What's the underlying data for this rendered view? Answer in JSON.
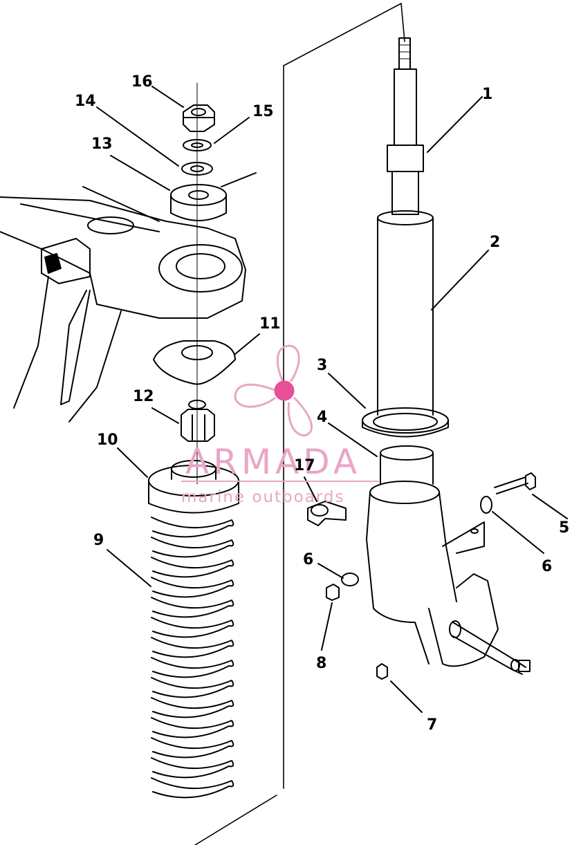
{
  "callouts": {
    "c1": "1",
    "c2": "2",
    "c3": "3",
    "c4": "4",
    "c5": "5",
    "c6a": "6",
    "c6b": "6",
    "c7": "7",
    "c8": "8",
    "c9": "9",
    "c10": "10",
    "c11": "11",
    "c12": "12",
    "c13": "13",
    "c14": "14",
    "c15": "15",
    "c16": "16",
    "c17": "17"
  },
  "watermark": {
    "title": "ARMADA",
    "subtitle": "marine outboards",
    "color": "#e8a6c6",
    "hub_color": "#e94f96"
  },
  "colors": {
    "line": "#000000",
    "background": "#ffffff"
  }
}
